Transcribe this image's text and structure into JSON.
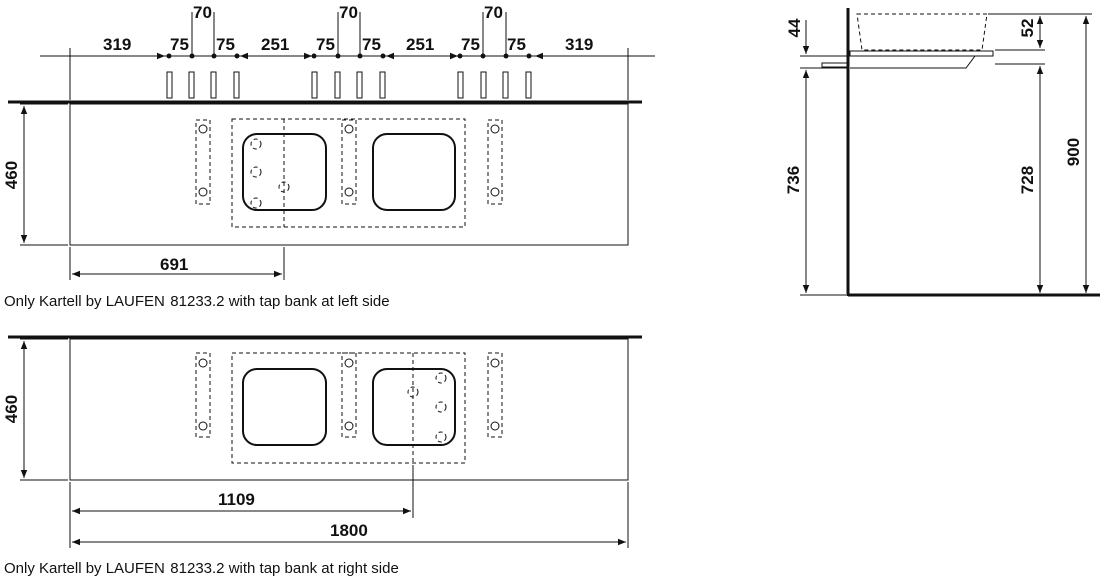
{
  "top_view_1": {
    "dims_top": {
      "d70_a": "70",
      "d70_b": "70",
      "d70_c": "70",
      "d319_left": "319",
      "d75_1": "75",
      "d75_2": "75",
      "d251_1": "251",
      "d75_3": "75",
      "d75_4": "75",
      "d251_2": "251",
      "d75_5": "75",
      "d75_6": "75",
      "d319_right": "319"
    },
    "depth": "460",
    "offset": "691",
    "caption": "Only Kartell by LAUFEN  81233.2 with tap bank at left side"
  },
  "top_view_2": {
    "depth": "460",
    "offset": "1109",
    "width": "1800",
    "caption": "Only Kartell by LAUFEN  81233.2 with tap bank at right side"
  },
  "side_view": {
    "d44": "44",
    "d52": "52",
    "d736": "736",
    "d728": "728",
    "d900": "900"
  }
}
